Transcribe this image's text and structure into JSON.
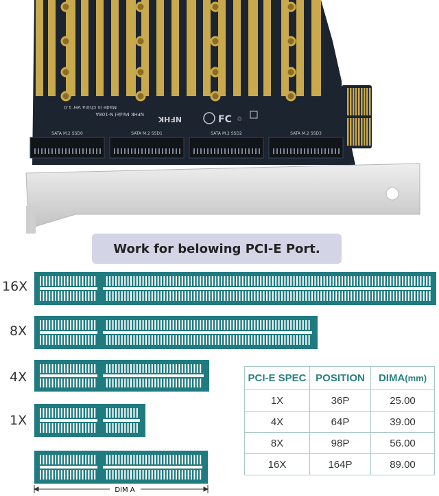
{
  "card": {
    "brand": "NFHK",
    "model_text": "NFHK Model N-108A",
    "made_in": "Made in China Ver 1.0",
    "sockets": [
      "SATA M.2 SSD0",
      "SATA M.2 SSD1",
      "SATA M.2 SSD2",
      "SATA M.2 SSD3"
    ]
  },
  "banner": {
    "text": "Work for belowing PCI-E Port."
  },
  "slots": [
    {
      "label": "16X"
    },
    {
      "label": "8X"
    },
    {
      "label": "4X"
    },
    {
      "label": "1X"
    },
    {
      "label": ""
    }
  ],
  "dimension_label": "DIM A",
  "spec_table": {
    "headers": [
      "PCI-E SPEC",
      "POSITION",
      "DIMA",
      "(mm)"
    ],
    "rows": [
      [
        "1X",
        "36P",
        "25.00"
      ],
      [
        "4X",
        "64P",
        "39.00"
      ],
      [
        "8X",
        "98P",
        "56.00"
      ],
      [
        "16X",
        "164P",
        "89.00"
      ]
    ]
  },
  "colors": {
    "slot": "#1f7b80",
    "gold": "#c9a94d",
    "pcb": "#1c2430",
    "banner": "#d3d5e6",
    "table_header": "#2a8080"
  }
}
